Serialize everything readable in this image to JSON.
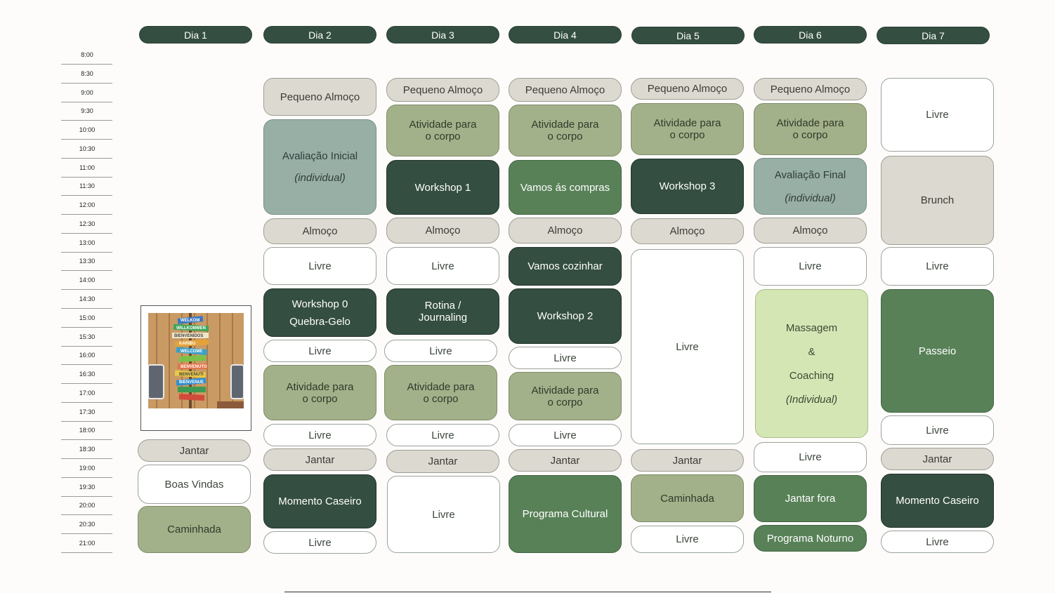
{
  "days": [
    "Dia 1",
    "Dia 2",
    "Dia 3",
    "Dia 4",
    "Dia 5",
    "Dia 6",
    "Dia 7"
  ],
  "times": [
    "8:00",
    "8:30",
    "9:00",
    "9:30",
    "10:00",
    "10:30",
    "11:00",
    "11:30",
    "12:00",
    "12:30",
    "13:00",
    "13:30",
    "14:00",
    "14:30",
    "15:00",
    "15:30",
    "16:00",
    "16:30",
    "17:00",
    "17:30",
    "18:00",
    "18:30",
    "19:00",
    "19:30",
    "20:00",
    "20:30",
    "21:00"
  ],
  "schedule": {
    "dia1": {
      "jantar": "Jantar",
      "boas_vindas": "Boas Vindas",
      "caminhada": "Caminhada"
    },
    "dia2": {
      "pequeno_almoco": "Pequeno Almoço",
      "avaliacao": "Avaliação Inicial",
      "avaliacao_note": "(individual)",
      "almoco": "Almoço",
      "livre1": "Livre",
      "workshop0": "Workshop 0",
      "quebra_gelo": "Quebra-Gelo",
      "livre2": "Livre",
      "atividade_l1": "Atividade para",
      "atividade_l2": "o corpo",
      "livre3": "Livre",
      "jantar": "Jantar",
      "momento": "Momento Caseiro",
      "livre4": "Livre"
    },
    "dia3": {
      "pequeno_almoco": "Pequeno Almoço",
      "atividade1_l1": "Atividade para",
      "atividade1_l2": "o corpo",
      "workshop1": "Workshop 1",
      "almoco": "Almoço",
      "livre1": "Livre",
      "rotina_l1": "Rotina /",
      "rotina_l2": "Journaling",
      "livre2": "Livre",
      "atividade2_l1": "Atividade para",
      "atividade2_l2": "o corpo",
      "livre3": "Livre",
      "jantar": "Jantar",
      "livre4": "Livre"
    },
    "dia4": {
      "pequeno_almoco": "Pequeno Almoço",
      "atividade1_l1": "Atividade para",
      "atividade1_l2": "o corpo",
      "compras": "Vamos ás compras",
      "almoco": "Almoço",
      "cozinhar": "Vamos cozinhar",
      "workshop2": "Workshop 2",
      "livre1": "Livre",
      "atividade2_l1": "Atividade para",
      "atividade2_l2": "o corpo",
      "livre2": "Livre",
      "jantar": "Jantar",
      "programa": "Programa Cultural"
    },
    "dia5": {
      "pequeno_almoco": "Pequeno Almoço",
      "atividade_l1": "Atividade para",
      "atividade_l2": "o corpo",
      "workshop3": "Workshop 3",
      "almoco": "Almoço",
      "livre1": "Livre",
      "jantar": "Jantar",
      "caminhada": "Caminhada",
      "livre2": "Livre"
    },
    "dia6": {
      "pequeno_almoco": "Pequeno Almoço",
      "atividade_l1": "Atividade para",
      "atividade_l2": "o corpo",
      "avaliacao": "Avaliação Final",
      "avaliacao_note": "(individual)",
      "almoco": "Almoço",
      "livre1": "Livre",
      "massagem": "Massagem",
      "amp": "&",
      "coaching": "Coaching",
      "coaching_note": "(Individual)",
      "livre2": "Livre",
      "jantar_fora": "Jantar fora",
      "programa_noturno": "Programa Noturno"
    },
    "dia7": {
      "livre1": "Livre",
      "brunch": "Brunch",
      "livre2": "Livre",
      "passeio": "Passeio",
      "livre3": "Livre",
      "jantar": "Jantar",
      "momento": "Momento Caseiro",
      "livre4": "Livre"
    }
  },
  "photo": {
    "signs": [
      "WELKOM",
      "WILLKOMMEN",
      "BIENVENIDOS",
      "KARIBU",
      "WELCOME",
      "BENVENUTO",
      "BENVENUTI",
      "BIENVENUE"
    ]
  },
  "colors": {
    "header": "#344e41",
    "dark_green": "#344e41",
    "medium_green": "#588157",
    "sage": "#a3b18a",
    "blue_grey": "#98afa6",
    "beige": "#dcd9d1",
    "light_green": "#d5e6b5"
  }
}
